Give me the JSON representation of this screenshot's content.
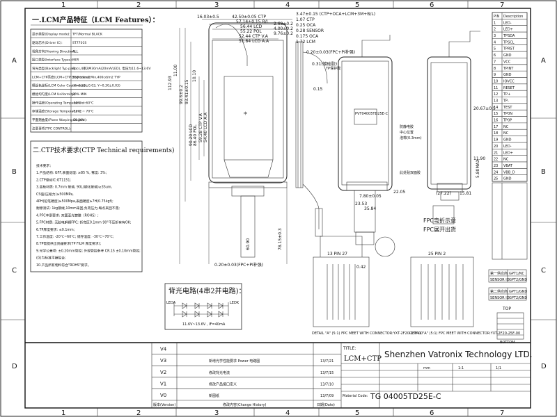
{
  "frame": {
    "col_labels": [
      "1",
      "2",
      "3",
      "4",
      "5",
      "6",
      "7"
    ],
    "row_labels": [
      "A",
      "B",
      "C",
      "D"
    ]
  },
  "lcm_features": {
    "heading": "一.LCM产品特征（LCM Features）：",
    "rows": [
      {
        "label": "显示类型(Display mode):",
        "value": "TFT/Normal BLACK"
      },
      {
        "label": "驱动芯片(Driver IC):",
        "value": "ST7701S"
      },
      {
        "label": "视角方向(Viewing Direction):",
        "value": "ALL"
      },
      {
        "label": "接口类型(Interface Types):",
        "value": "MIPI"
      },
      {
        "label": "背光类型(Backlight Typ pad):",
        "value": "8pcs,4串2并30mA(20mA/LED), 电压为11.6~13.6V"
      },
      {
        "label": "LCM+CTP亮度(LCM+CTP Brightness):",
        "value": "350 cd/m2 Min,400cd/m2 TYP"
      },
      {
        "label": "模组色坐标(LCM Color Coordinate):",
        "value": "(X=0.29±0.03, Y=0.30±0.03)"
      },
      {
        "label": "模组均匀度(LCM Uniformity):",
        "value": "80% MIN"
      },
      {
        "label": "操作温度(Operating Temperature):",
        "value": "-20℃ ~ 60℃"
      },
      {
        "label": "存储温度(Storage Temperature):",
        "value": "-30℃ ~ 70℃"
      },
      {
        "label": "平面翘曲度(Plane Warping Degree):",
        "value": "≤0.30V"
      },
      {
        "label": "注意事项(TPC CONTROL):",
        "value": ""
      }
    ]
  },
  "ctp_requirements": {
    "heading": "二.CTP技术要求(CTP Technical requirements)",
    "items": [
      "技术要求：",
      "1.产品结构: GFF,表面处理: ≥85 %, 雾度: 3%;",
      "2.CTP驱动IC:GT1151;",
      "3.盖板材质: 0.7mm 玻璃, 90L(钢化玻璃)≥35um,",
      "  CS值(压缩力)≥500MPa,",
      "4PH(铅笔硬度)≥500Mpa,表面硬度≥7H(0.75kgf);",
      "  耐擦测试: 1kg钢绒,10mm来回,负荷压力,每点来回不落;",
      "4.PFC本案要求: 双面亚光镀膜（ROHS）;",
      "5.FPC材质: 无胶电解铜FPC; 折弯区0.1mm 90°不压折有有OK;",
      "6.TP厚度要求: ≤0.1mm;",
      "7.工作温度: -20℃~60℃; 储存温度: -30℃~70℃;",
      "8.TP需提供出货器要求(TP FILM 厚度要求);",
      "9.光学公差项: ±0.20mm管控; 外观管控参考 CR.15 ±0.10mm管控;",
      "  (G)为标准平铺贴合;",
      "10.产品所有物料符合\"ROHS\"要求。"
    ]
  },
  "backlight_circuit": {
    "title": "背光电路(4串2并电路)：",
    "anode": "LEDA",
    "cathode": "LEDK",
    "voltage_note": "11.6V~13.6V , IF=40mA"
  },
  "pin_table": {
    "headers": [
      "PIN",
      "Description"
    ],
    "rows": [
      [
        "1",
        "LED-"
      ],
      [
        "2",
        "LED+"
      ],
      [
        "3",
        "TPSDA"
      ],
      [
        "4",
        "TPSCL"
      ],
      [
        "5",
        "TPRST"
      ],
      [
        "6",
        "GND"
      ],
      [
        "7",
        "VCC"
      ],
      [
        "8",
        "TPINT"
      ],
      [
        "9",
        "GND"
      ],
      [
        "10",
        "IOVCC"
      ],
      [
        "11",
        "RESET"
      ],
      [
        "12",
        "TP+"
      ],
      [
        "13",
        "TP-"
      ],
      [
        "14",
        "TEST"
      ],
      [
        "15",
        "TP0N"
      ],
      [
        "16",
        "TP0P"
      ],
      [
        "17",
        "NC"
      ],
      [
        "18",
        "NC"
      ],
      [
        "19",
        "GND"
      ],
      [
        "20",
        "LED-"
      ],
      [
        "21",
        "LED+"
      ],
      [
        "22",
        "NC"
      ],
      [
        "23",
        "VBAT"
      ],
      [
        "24",
        "VBB_D"
      ],
      [
        "25",
        "GND"
      ]
    ]
  },
  "side_boxes": [
    {
      "left": "第一供应商",
      "right": "GPT1/NC"
    },
    {
      "left": "SENSOR ID",
      "right": "GPT2/GND"
    },
    {
      "left": "第二供应商",
      "right": "GPT1/GND"
    },
    {
      "left": "SENSOR ID",
      "right": "GPT2/GND"
    }
  ],
  "top_view_label": "TOP",
  "bottom_view_label": "BOTTOM",
  "dims": {
    "top": [
      "16.03±0.5",
      "42.50±0.05 CTP",
      "57.14±0.15 B/L",
      "56.44 LCD",
      "55.22 POL",
      "52.44 CTP V.A",
      "51.84 LCD A.A",
      "2.68±0.2",
      "4.00±0.2",
      "9.76±0.2"
    ],
    "left": [
      "99.6±0.2",
      "93.41±0.15",
      "112.93",
      "11.00",
      "10.10",
      "59.28 CTP V.A",
      "54.40 LCD A.A",
      "86.40 POL",
      "90.20 LCD"
    ],
    "right_stack": [
      "3.47±0.15 (CTP+OCA+LCM+3M+B/L)",
      "1.07 CTP",
      "0.25 OCA",
      "0.28 SENSOR",
      "0.175 OCA",
      "1.72 LCM"
    ],
    "misc": [
      "0.15",
      "0.20±0.03(FPC+PI补强)",
      "0.31(镀硅胶)",
      "7.80±0.05",
      "22.05",
      "23.53",
      "35.84",
      "20.67±0.5",
      "11.90",
      "5.80MAX",
      "(27.22)",
      "15.81",
      "0.42",
      "60.90",
      "78.15±0.3"
    ],
    "pin_bottom": [
      "13 PIN 27",
      "25 PIN 2"
    ]
  },
  "callouts": [
    "FPC弯折示意",
    "FPC展开出货",
    "防静电胶",
    "中心位置",
    "泡棉(0.3mm)",
    "此处贴双面胶",
    "TP保护膜"
  ],
  "details": [
    "DETAIL \"A\" (5:1) FPC MEET WITH CONNECTOR:YXT-2F20-13F-00",
    "DETAIL \"A\" (5:1) FPC MEET WITH CONNECTOR:YXT-2F20-25F-00"
  ],
  "revisions": [
    {
      "ver": "V4",
      "desc": "",
      "date": ""
    },
    {
      "ver": "V3",
      "desc": "新增光学性能要求 Power 电路图",
      "date": "13/7/21"
    },
    {
      "ver": "V2",
      "desc": "修改背光电流",
      "date": "13/7/15"
    },
    {
      "ver": "V1",
      "desc": "修改产品接口定义",
      "date": "13/7/10"
    },
    {
      "ver": "V0",
      "desc": "新图纸",
      "date": "13/7/09"
    }
  ],
  "title_block": {
    "title_label": "TITLE:",
    "product": "LCM+CTP",
    "company": "Shenzhen Vatronix Technology LTD.",
    "part_no": "TG 04005TD25E-C",
    "material_code_label": "Material Code:",
    "version_label": "版本(Version)",
    "change_label": "修改内容(Change History)",
    "date_label": "日期(Date)",
    "unit": "mm",
    "scale": "1:1",
    "sheet": "1/1"
  },
  "panel_label": "PVT04005TD25E-C"
}
